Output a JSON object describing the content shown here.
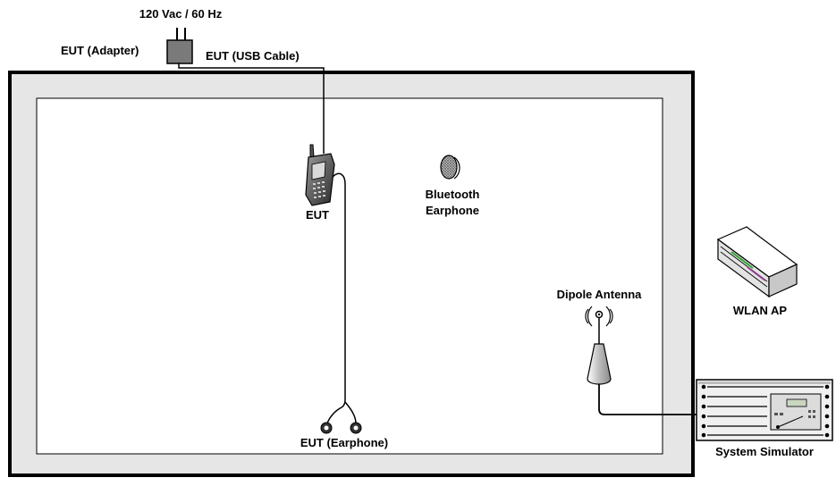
{
  "labels": {
    "power_source": "120 Vac / 60 Hz",
    "adapter": "EUT (Adapter)",
    "usb_cable": "EUT (USB Cable)",
    "eut": "EUT",
    "bluetooth_line1": "Bluetooth",
    "bluetooth_line2": "Earphone",
    "wlan_ap": "WLAN AP",
    "dipole_antenna": "Dipole Antenna",
    "earphone": "EUT (Earphone)",
    "system_simulator": "System Simulator"
  },
  "colors": {
    "chamber_wall": "#e6e6e6",
    "outline": "#000000",
    "adapter": "#7a7a7a"
  },
  "icons": {
    "adapter": "power-adapter-icon",
    "phone": "mobile-phone-icon",
    "bluetooth": "bluetooth-earphone-icon",
    "wlan": "wlan-access-point-icon",
    "antenna": "dipole-antenna-icon",
    "simulator": "system-simulator-rack-icon",
    "earbuds": "wired-earphone-icon"
  }
}
